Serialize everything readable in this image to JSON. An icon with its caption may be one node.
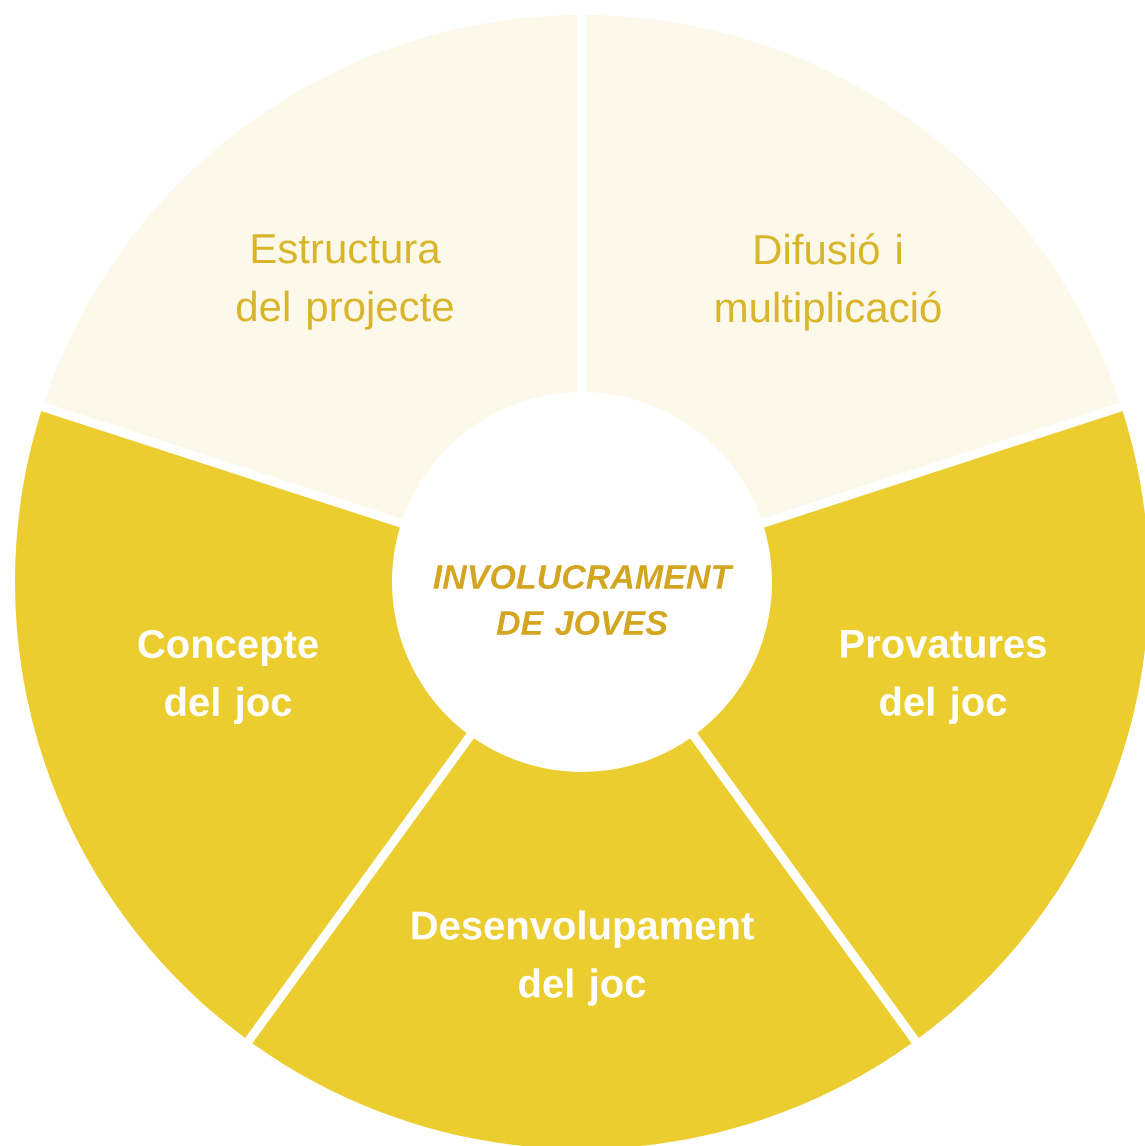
{
  "diagram": {
    "nodes": [
      {
        "text": [
          "INVOLUCRAMENT DE JOVES"
        ]
      },
      {
        "text": [
          "Estructura del projecte"
        ]
      },
      {
        "text": [
          "Difusió i multiplicació"
        ]
      },
      {
        "text": [
          "Concepte del joc"
        ]
      },
      {
        "text": [
          "Provatures del joc"
        ]
      },
      {
        "text": [
          "Desenvolupament del joc"
        ]
      }
    ]
  }
}
